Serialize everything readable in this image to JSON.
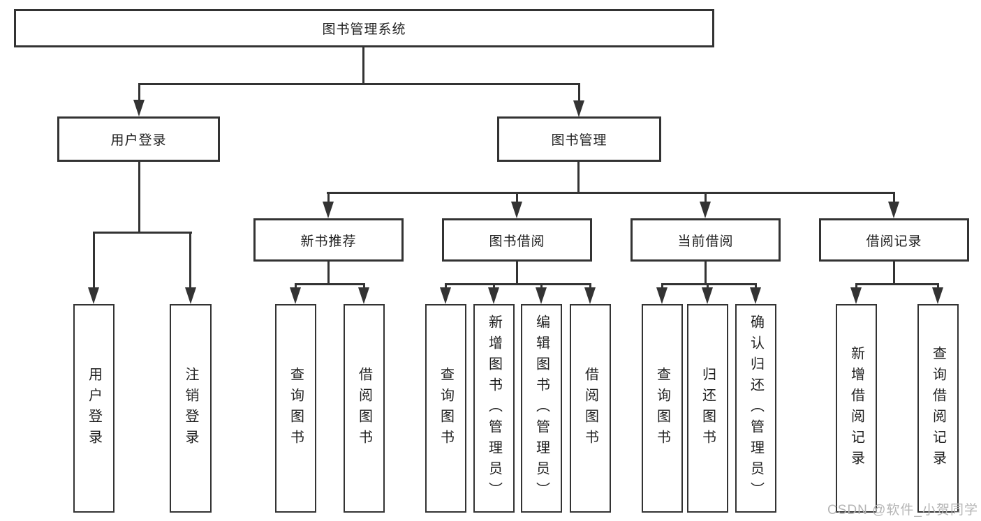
{
  "colors": {
    "line": "#333333",
    "text": "#1f1f1f",
    "background": "#ffffff",
    "watermark": "#b5b5b5"
  },
  "diagram_type": "hierarchy-tree",
  "tree": {
    "root": {
      "label": "图书管理系统"
    },
    "branches": [
      {
        "label": "用户登录",
        "leaves": [
          {
            "label": "用户登录"
          },
          {
            "label": "注销登录"
          }
        ]
      },
      {
        "label": "图书管理",
        "sections": [
          {
            "label": "新书推荐",
            "leaves": [
              {
                "label": "查询图书"
              },
              {
                "label": "借阅图书"
              }
            ]
          },
          {
            "label": "图书借阅",
            "leaves": [
              {
                "label": "查询图书"
              },
              {
                "label": "新增图书（管理员）"
              },
              {
                "label": "编辑图书（管理员）"
              },
              {
                "label": "借阅图书"
              }
            ]
          },
          {
            "label": "当前借阅",
            "leaves": [
              {
                "label": "查询图书"
              },
              {
                "label": "归还图书"
              },
              {
                "label": "确认归还（管理员）"
              }
            ]
          },
          {
            "label": "借阅记录",
            "leaves": [
              {
                "label": "新增借阅记录"
              },
              {
                "label": "查询借阅记录"
              }
            ]
          }
        ]
      }
    ]
  },
  "watermark": {
    "text": "CSDN @软件_小贺同学"
  }
}
